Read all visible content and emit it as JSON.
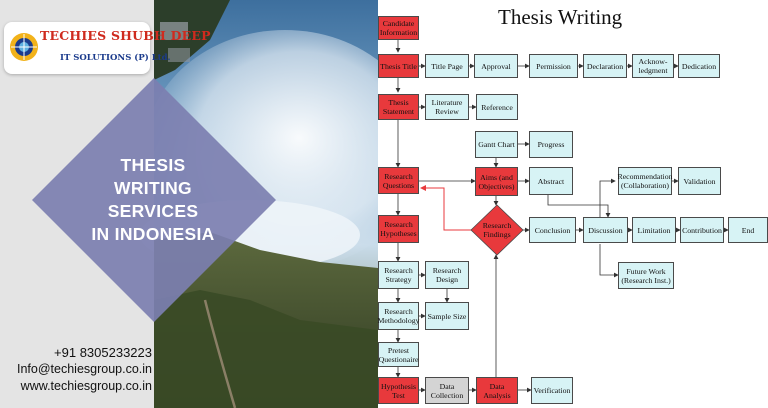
{
  "colors": {
    "accent_red": "#e8393c",
    "box_cyan": "#d7f3f5",
    "box_gray": "#d4d4d4",
    "banner": "#7c7fb0"
  },
  "logo": {
    "name": "TECHIES SHUBH DEEP",
    "subtitle": "IT SOLUTIONS (P) Ltd.",
    "icon": "gear-globe-logo"
  },
  "banner": {
    "line1": "THESIS",
    "line2": "WRITING",
    "line3": "SERVICES",
    "line4": "IN INDONESIA"
  },
  "contact": {
    "phone": "+91 8305233223",
    "email": "Info@techiesgroup.co.in",
    "website": "www.techiesgroup.co.in"
  },
  "diagram": {
    "title": "Thesis Writing",
    "nodes": {
      "candidate": "Candidate\nInformation",
      "thesis_title": "Thesis Title",
      "title_page": "Title Page",
      "approval": "Approval",
      "permission": "Permission",
      "declaration": "Declaration",
      "acknowledgment": "Acknow-\nledgment",
      "dedication": "Dedication",
      "thesis_statement": "Thesis\nStatement",
      "literature_review": "Literature\nReview",
      "reference": "Reference",
      "gantt_chart": "Gantt Chart",
      "progress": "Progress",
      "research_questions": "Research\nQuestions",
      "aims": "Aims (and\nObjectives)",
      "abstract": "Abstract",
      "recommendation": "Recommendation\n(Collaboration)",
      "validation": "Validation",
      "research_hypotheses": "Research\nHypotheses",
      "research_findings": "Research\nFindings",
      "conclusion": "Conclusion",
      "discussion": "Discussion",
      "limitation": "Limitation",
      "contribution": "Contribution",
      "end": "End",
      "research_strategy": "Research\nStrategy",
      "research_design": "Research\nDesign",
      "future_work": "Future Work\n(Research Inst.)",
      "research_methodology": "Research\nMethodology",
      "sample_size": "Sample Size",
      "pretest": "Pretest\nQuestionaire",
      "hypothesis_test": "Hypothesis\nTest",
      "data_collection": "Data\nCollection",
      "data_analysis": "Data\nAnalysis",
      "verification": "Verification"
    }
  }
}
